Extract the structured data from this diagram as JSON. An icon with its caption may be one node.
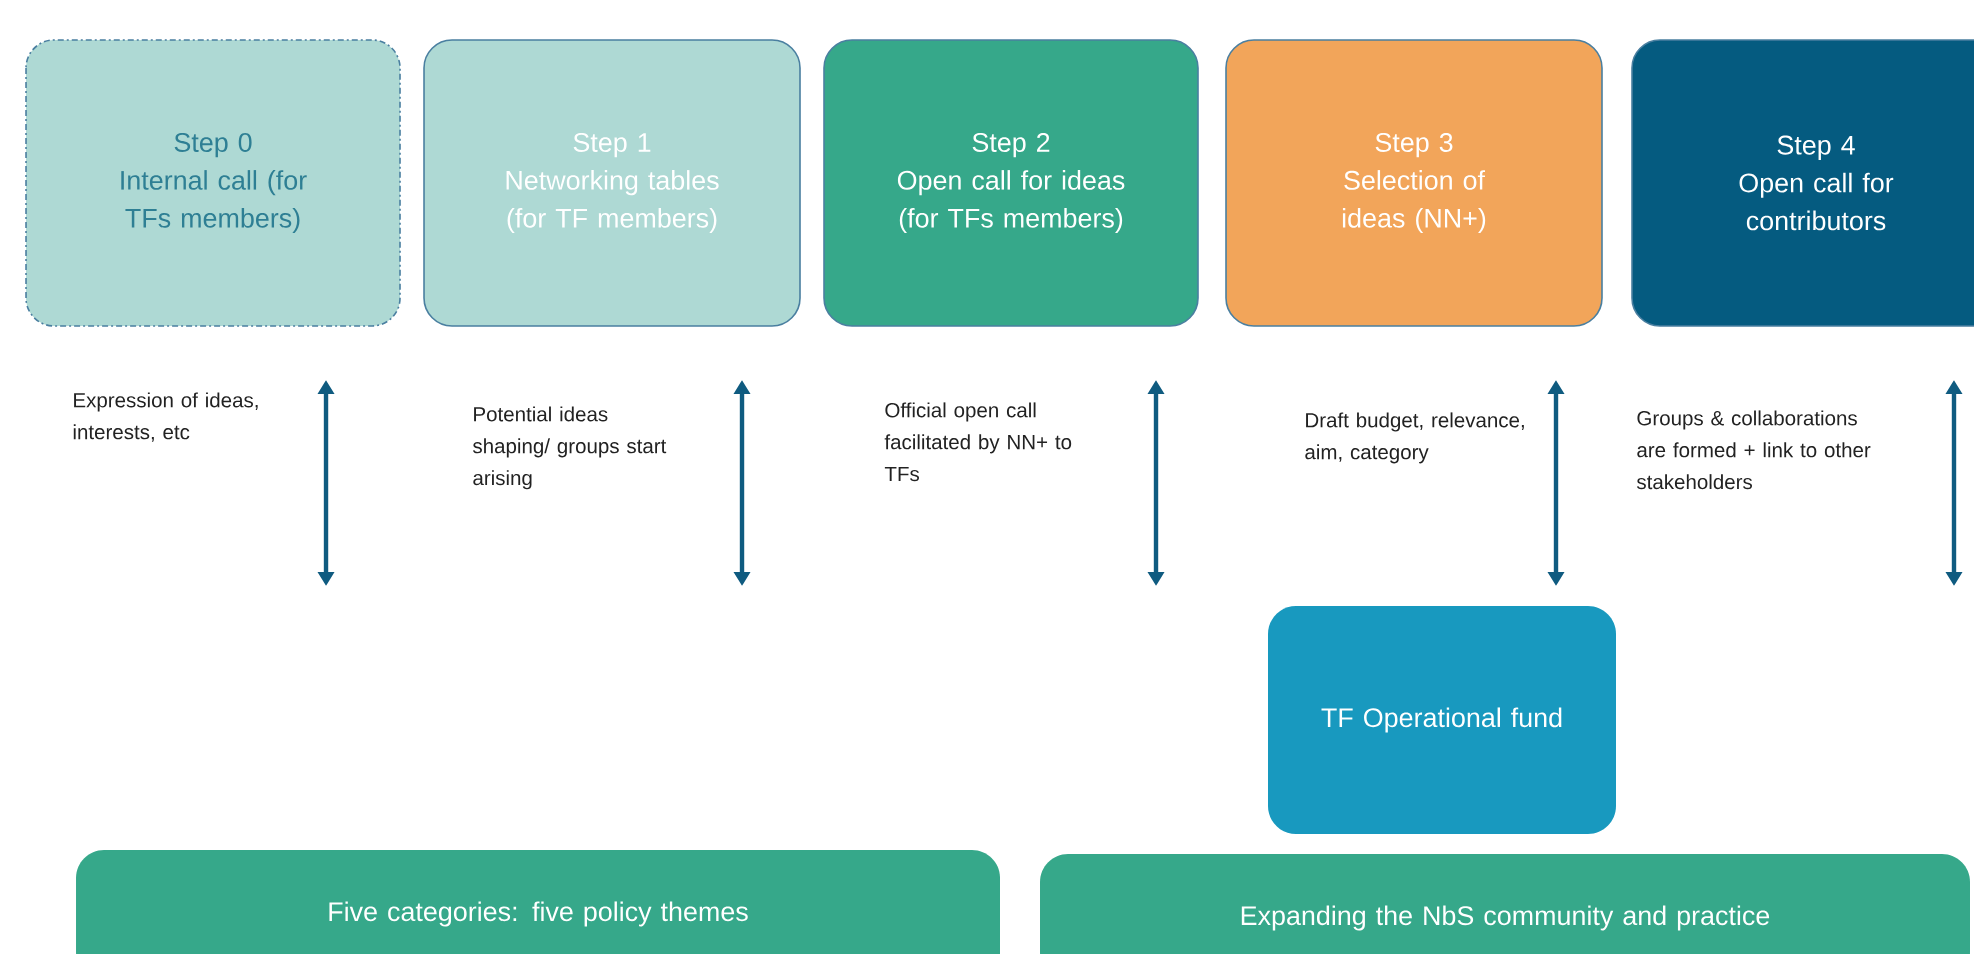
{
  "diagram": {
    "nodes": [
      {
        "text": [
          "Step 0",
          "Internal call (for TFs members)"
        ]
      },
      {
        "text": [
          "Step 1",
          "Networking tables (for TF members)"
        ]
      },
      {
        "text": [
          "Step 2",
          "Open call for ideas (for TFs members)"
        ]
      },
      {
        "text": [
          "Step 3",
          "Selection of ideas (NN+)"
        ]
      },
      {
        "text": [
          "Step 4",
          "Open call for contributors"
        ]
      },
      {
        "text": [
          "TF Operational fund"
        ]
      },
      {
        "text": [
          "Five categories: five policy themes"
        ]
      },
      {
        "text": [
          "Expanding the NbS community and practice"
        ]
      }
    ],
    "labels": [
      "Expression of ideas, interests, etc",
      "Potential ideas shaping/ groups start arising",
      "Official open call facilitated by NN+ to TFs",
      "Draft budget, relevance, aim, category",
      "Groups & collaborations are formed + link to other stakeholders"
    ]
  }
}
